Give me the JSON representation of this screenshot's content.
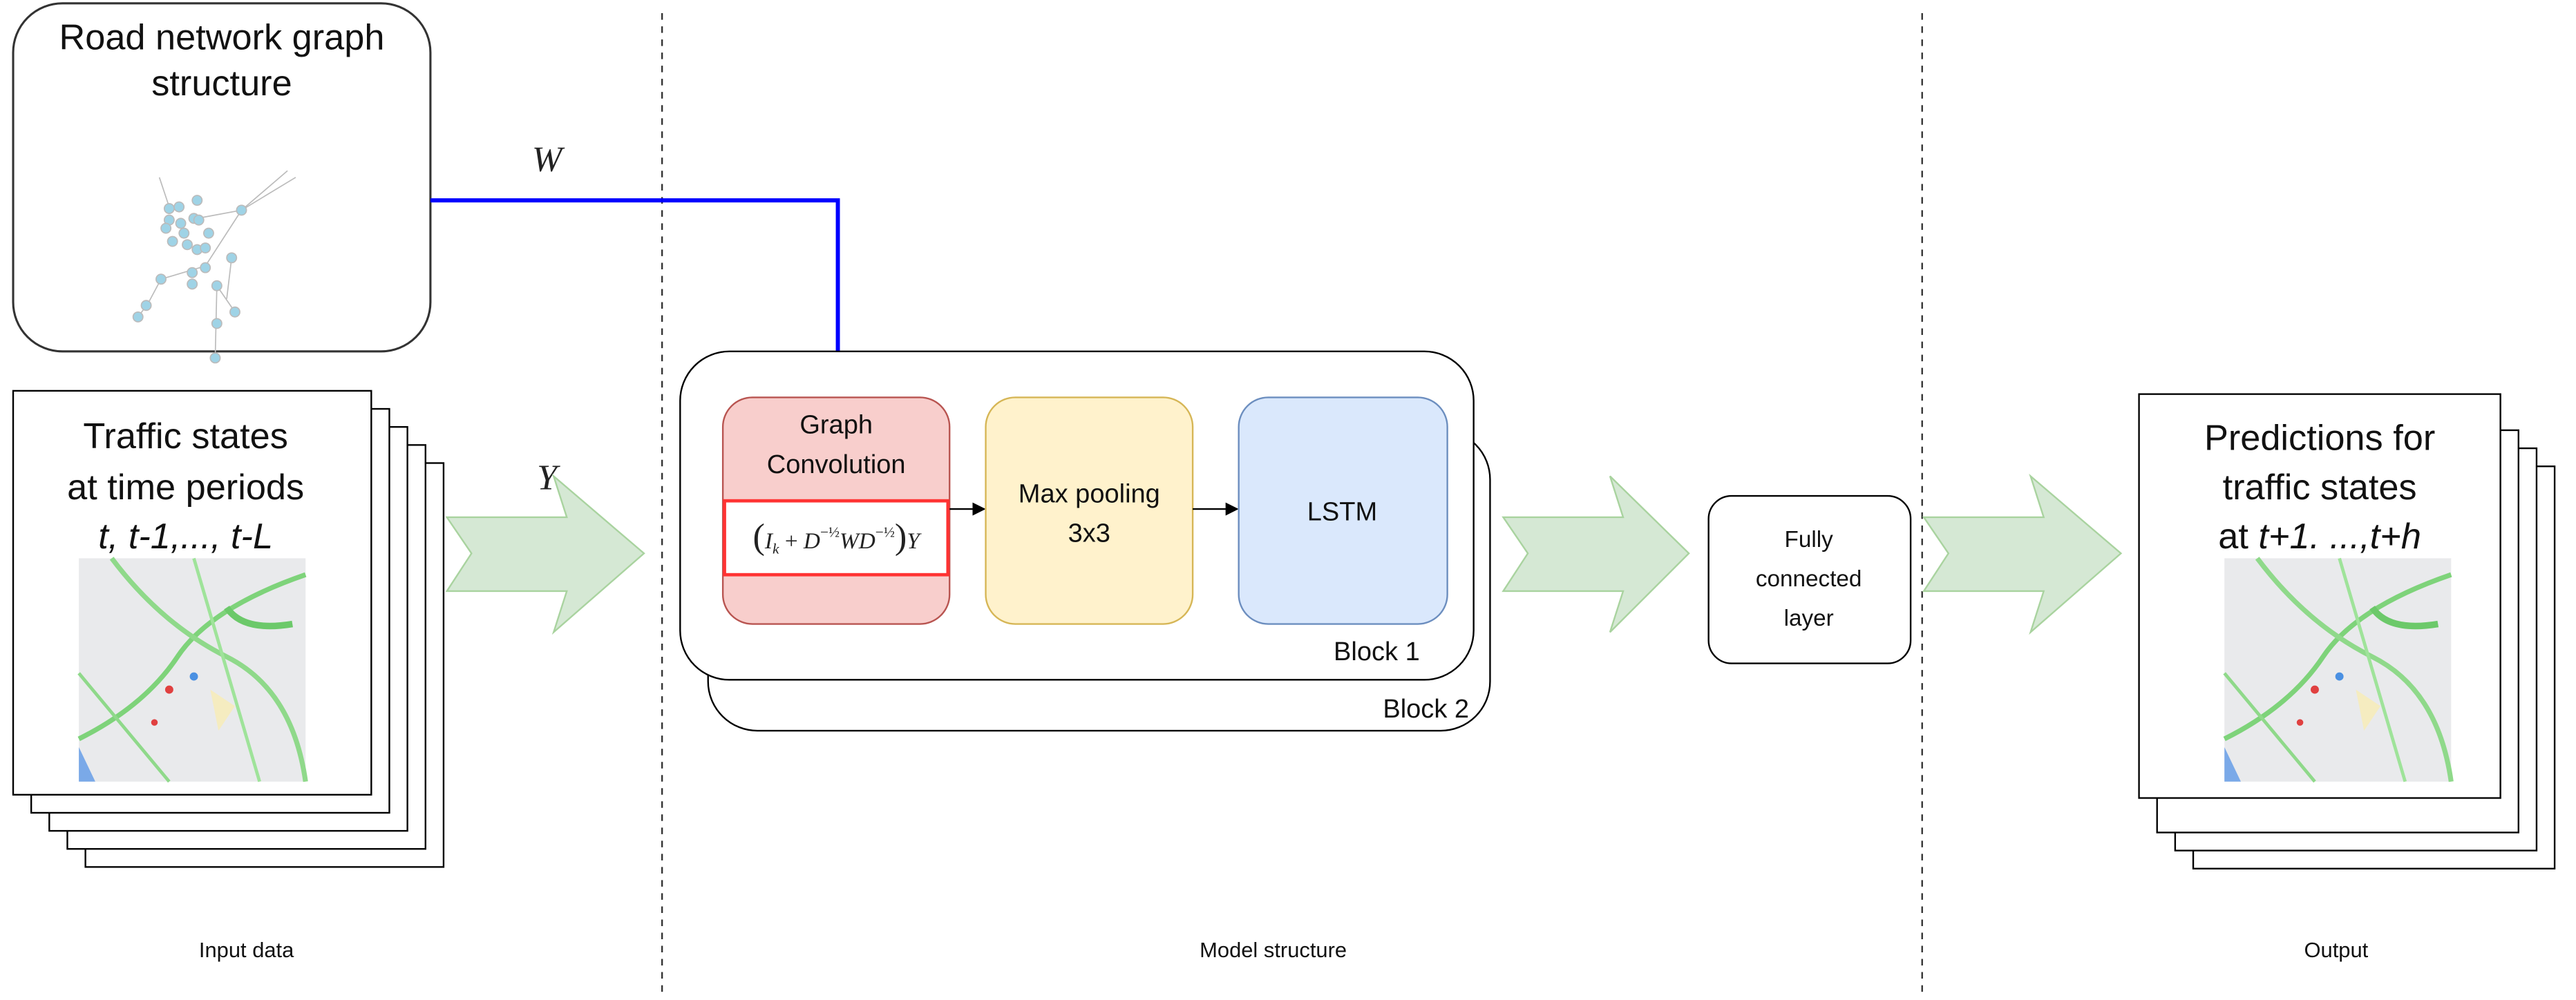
{
  "graph_box": {
    "title_line1": "Road network graph",
    "title_line2": "structure"
  },
  "edge_labels": {
    "w": "W",
    "y": "Y"
  },
  "input": {
    "line1": "Traffic states",
    "line2": "at time periods",
    "line3": "t, t-1,..., t-L",
    "section_label": "Input data"
  },
  "model": {
    "graph_conv": {
      "line1": "Graph",
      "line2": "Convolution"
    },
    "formula": {
      "open": "(",
      "i": "I",
      "k": "k",
      "plus": "+",
      "d1": "D",
      "exp1": "−½",
      "w": "W",
      "d2": "D",
      "exp2": "−½",
      "close": ")",
      "y": "Y"
    },
    "max_pool": {
      "line1": "Max pooling",
      "line2": "3x3"
    },
    "lstm": "LSTM",
    "block1": "Block 1",
    "block2": "Block 2",
    "section_label": "Model structure"
  },
  "fc": {
    "line1": "Fully",
    "line2": "connected",
    "line3": "layer"
  },
  "output": {
    "line1": "Predictions for",
    "line2": "traffic states",
    "line3_prefix": "at ",
    "line3_italic": "t+1. ...,t+h",
    "section_label": "Output"
  },
  "colors": {
    "w_arrow": "#0000ff",
    "graph_conv_fill": "#f8cecc",
    "max_pool_fill": "#fff2cc",
    "lstm_fill": "#dae8fc",
    "flow_arrow_fill": "#d5e8d4",
    "formula_border": "#ff3333"
  }
}
